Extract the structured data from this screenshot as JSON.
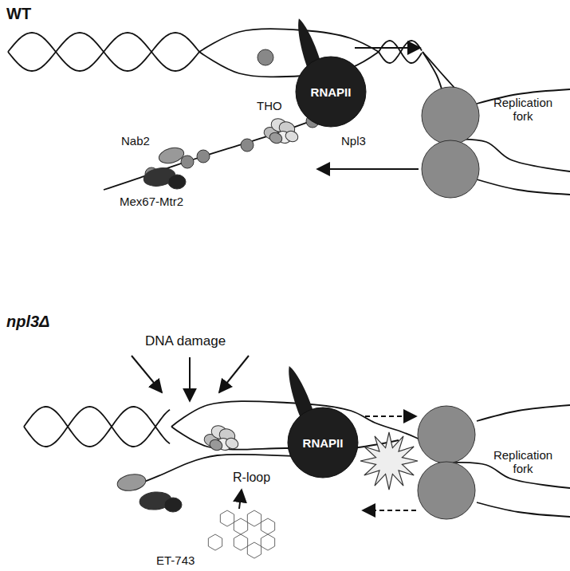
{
  "diagram": {
    "nodes": [
      {
        "text": [
          "RNAPII"
        ]
      },
      {
        "text": [
          "RNAPII"
        ]
      }
    ],
    "labels": [
      "WT",
      "Replication fork",
      "THO",
      "Npl3",
      "Nab2",
      "Mex67-Mtr2",
      "npl3Δ",
      "DNA damage",
      "R-loop",
      "ET-743",
      "Replication fork"
    ]
  }
}
